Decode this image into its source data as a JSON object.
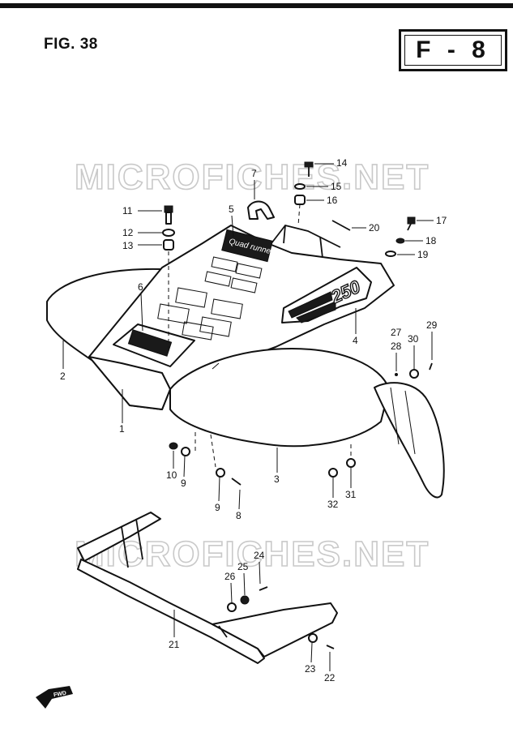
{
  "figure": {
    "label": "FIG. 38",
    "page_code": "F - 8"
  },
  "watermark": "MICROFICHES.NET",
  "emblems": {
    "model_badge": "250",
    "decal": "Quad runner",
    "front_arrow": "FWD"
  },
  "callouts": [
    "1",
    "2",
    "3",
    "4",
    "5",
    "6",
    "7",
    "8",
    "9",
    "9",
    "10",
    "11",
    "12",
    "13",
    "14",
    "15",
    "16",
    "17",
    "18",
    "19",
    "20",
    "21",
    "22",
    "23",
    "24",
    "25",
    "26",
    "27",
    "28",
    "29",
    "30",
    "31",
    "32"
  ]
}
